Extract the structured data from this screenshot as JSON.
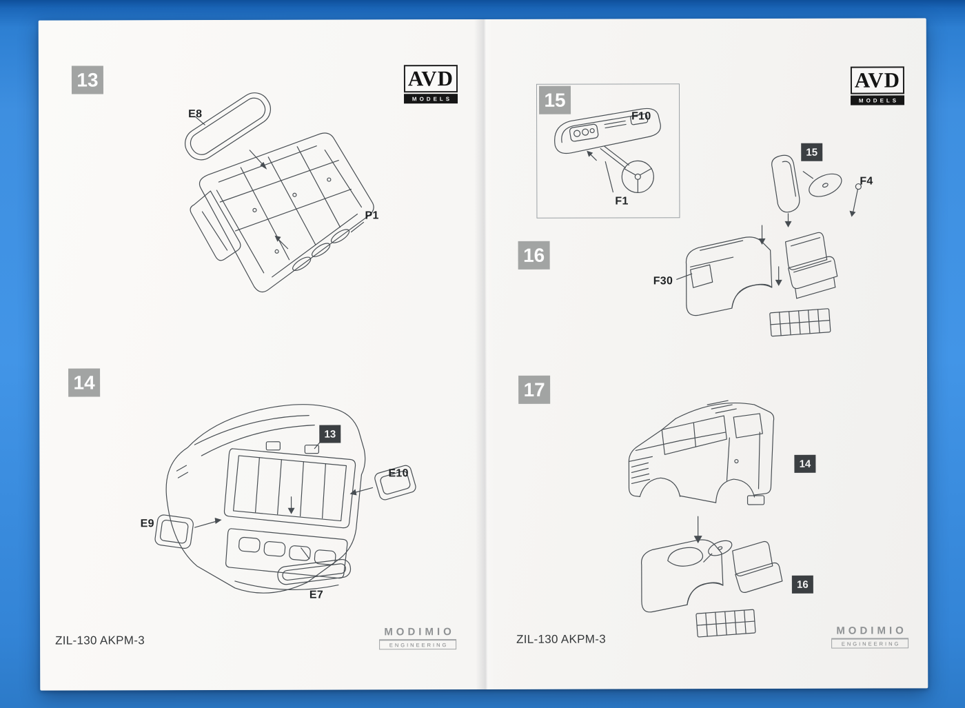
{
  "colors": {
    "desk_background": "#3e8fe0",
    "paper": "#f8f7f5",
    "step_badge_background": "#a2a4a3",
    "ref_badge_background": "#3b3f42",
    "artwork_line": "#474d52"
  },
  "brand": {
    "name": "AVD",
    "subtitle": "MODELS"
  },
  "publisher": {
    "name": "MODIMIO",
    "subtitle": "ENGINEERING"
  },
  "left_page": {
    "footer": "ZIL-130 AKPM-3",
    "step_13": {
      "badge": "13",
      "labels": {
        "e8": "E8",
        "p1": "P1"
      }
    },
    "step_14": {
      "badge": "14",
      "ref_step": "13",
      "labels": {
        "e10": "E10",
        "e9": "E9",
        "e7": "E7"
      }
    }
  },
  "right_page": {
    "footer": "ZIL-130 AKPM-3",
    "step_15": {
      "badge": "15",
      "ref_step": "15",
      "labels": {
        "f10": "F10",
        "f1": "F1",
        "f4": "F4"
      }
    },
    "step_16": {
      "badge": "16",
      "labels": {
        "f30": "F30"
      }
    },
    "step_17": {
      "badge": "17",
      "ref_step_cab": "14",
      "ref_step_interior": "16"
    }
  }
}
